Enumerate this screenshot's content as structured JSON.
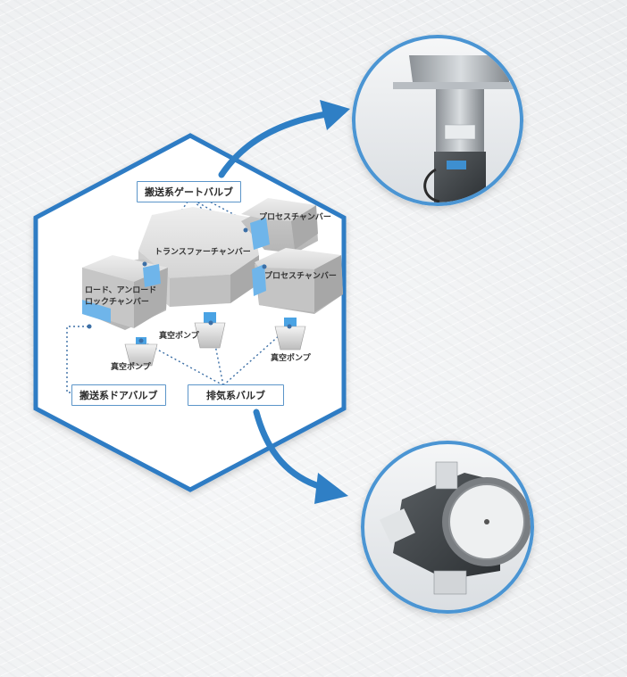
{
  "labels": {
    "gate_valve": "搬送系ゲートバルブ",
    "door_valve": "搬送系ドアバルブ",
    "exhaust_valve": "排気系バルブ",
    "process_chamber_1": "プロセスチャンバー",
    "process_chamber_2": "プロセスチャンバー",
    "transfer_chamber": "トランスファーチャンバー",
    "load_lock_line1": "ロード、アンロード",
    "load_lock_line2": "ロックチャンバー",
    "vacuum_pump_1": "真空ポンプ",
    "vacuum_pump_2": "真空ポンプ",
    "vacuum_pump_3": "真空ポンプ"
  },
  "colors": {
    "hex_border": "#2e7cc4",
    "arrow": "#2f7fc5",
    "circle_border": "#4b95d3",
    "label_border": "#5b95c9",
    "valve_blue": "#6fb5ea",
    "chamber": "#d6d6d6"
  },
  "icons": {
    "top_photo": "gate-valve-photo",
    "bottom_photo": "exhaust-valve-photo"
  }
}
